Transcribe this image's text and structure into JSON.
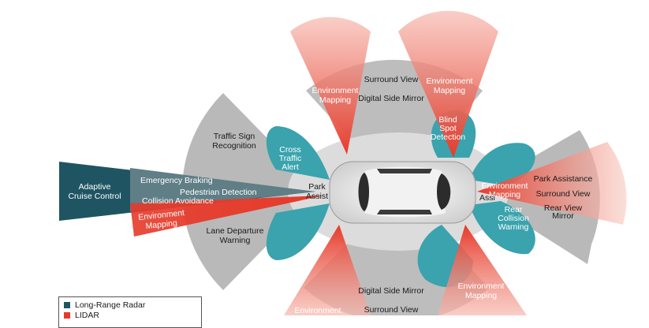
{
  "colors": {
    "long_range_radar": "#1f5563",
    "lidar": "#e63a2a",
    "short_medium_radar": "#3aa3ad",
    "camera": "#b9b9b9",
    "ultrasound": "#d9d9d9"
  },
  "labels": {
    "adaptive_cruise": [
      "Adaptive",
      "Cruise Control"
    ],
    "emergency_braking": "Emergency Braking",
    "pedestrian_detection": "Pedestrian Detection",
    "collision_avoidance": "Collision Avoidance",
    "env_mapping_front": [
      "Environment",
      "Mapping"
    ],
    "traffic_sign": [
      "Traffic Sign",
      "Recognition"
    ],
    "cross_traffic": [
      "Cross",
      "Traffic",
      "Alert"
    ],
    "park_assist_front": [
      "Park",
      "Assist"
    ],
    "lane_departure": [
      "Lane Departure",
      "Warning"
    ],
    "env_mapping_top_left": [
      "Environment",
      "Mapping"
    ],
    "surround_view_top": "Surround View",
    "digital_mirror_top": "Digital Side Mirror",
    "env_mapping_top_right": [
      "Environment",
      "Mapping"
    ],
    "blind_spot": [
      "Blind",
      "Spot",
      "Detection"
    ],
    "env_mapping_rear": [
      "Environment",
      "Mapping"
    ],
    "park_assistance_rear": "Park Assistance",
    "surround_view_rear": "Surround View",
    "rear_view_mirror": [
      "Rear View",
      "Mirror"
    ],
    "rear_collision": [
      "Rear",
      "Collision",
      "Warning"
    ],
    "park_assist_rear_fragment": "Assi",
    "digital_mirror_bottom": "Digital Side Mirror",
    "surround_view_bottom": "Surround View",
    "env_mapping_bottom_left": "Environment",
    "env_mapping_bottom_right": [
      "Environment",
      "Mapping"
    ]
  },
  "legend": {
    "items": [
      {
        "label": "Long-Range Radar",
        "color_key": "long_range_radar"
      },
      {
        "label": "LIDAR",
        "color_key": "lidar"
      }
    ]
  }
}
